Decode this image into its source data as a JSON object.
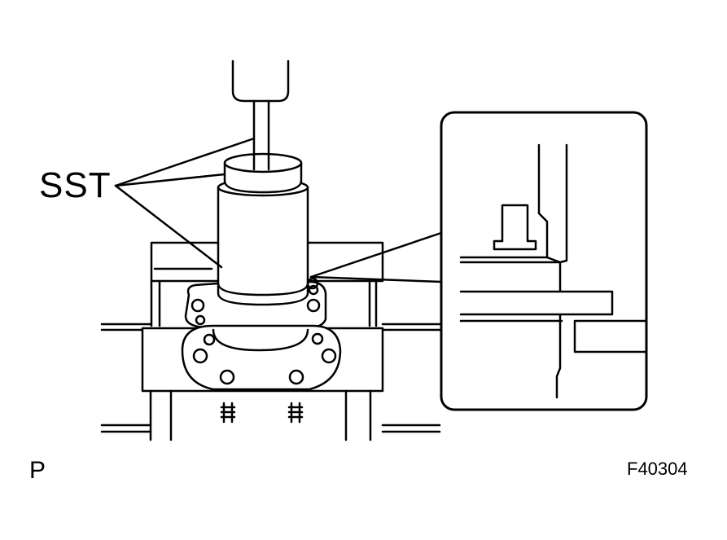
{
  "labels": {
    "sst": "SST",
    "corner": "P",
    "figure_code": "F40304"
  },
  "colors": {
    "line": "#000000",
    "background": "#ffffff"
  }
}
